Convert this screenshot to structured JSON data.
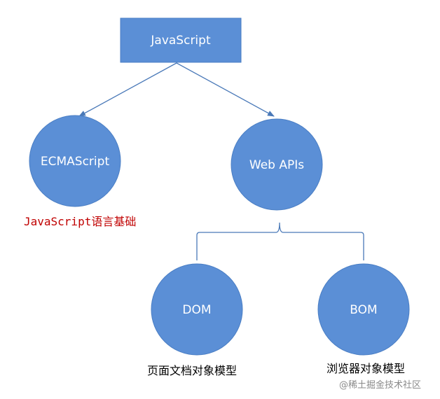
{
  "nodes": {
    "root": "JavaScript",
    "ecmascript": "ECMAScript",
    "web_apis": "Web APIs",
    "dom": "DOM",
    "bom": "BOM"
  },
  "captions": {
    "ecmascript": "JavaScript语言基础",
    "dom": "页面文档对象模型",
    "bom": "浏览器对象模型"
  },
  "watermark": "@稀土掘金技术社区",
  "colors": {
    "node_fill": "#5b8fd6",
    "node_border": "#4a7ec4",
    "connector": "#4a79b8",
    "caption_red": "#c00000"
  }
}
